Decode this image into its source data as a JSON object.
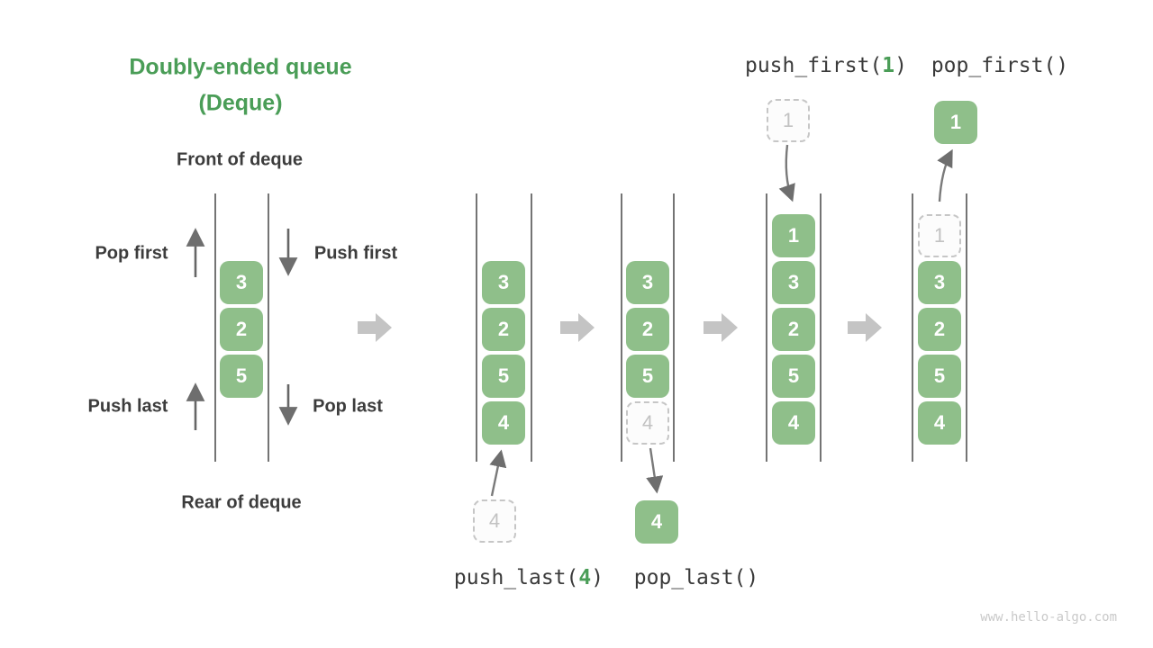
{
  "title": {
    "line1": "Doubly-ended queue",
    "line2": "(Deque)"
  },
  "legend": {
    "front": "Front of deque",
    "rear": "Rear of deque",
    "pop_first": "Pop first",
    "push_first": "Push first",
    "push_last": "Push last",
    "pop_last": "Pop last"
  },
  "operations": {
    "push_last": {
      "prefix": "push_last(",
      "arg": "4",
      "suffix": ")"
    },
    "pop_last": {
      "label": "pop_last()"
    },
    "push_first": {
      "prefix": "push_first(",
      "arg": "1",
      "suffix": ")"
    },
    "pop_first": {
      "label": "pop_first()"
    }
  },
  "queues": [
    {
      "name": "initial-deque",
      "items": [
        "3",
        "2",
        "5"
      ]
    },
    {
      "name": "push-last-state",
      "items": [
        "3",
        "2",
        "5",
        "4"
      ],
      "incoming": "4"
    },
    {
      "name": "pop-last-state",
      "items": [
        "3",
        "2",
        "5"
      ],
      "ghost": "4",
      "outgoing": "4"
    },
    {
      "name": "push-first-state",
      "items": [
        "1",
        "3",
        "2",
        "5",
        "4"
      ],
      "incoming": "1"
    },
    {
      "name": "pop-first-state",
      "items": [
        "3",
        "2",
        "5",
        "4"
      ],
      "ghost": "1",
      "popped": "1"
    }
  ],
  "colors": {
    "cell_green": "#8FBF8A",
    "accent_green": "#4A9D57",
    "dark_text": "#3C3C3C",
    "ghost_gray": "#C6C6C6",
    "block_arrow_gray": "#C4C4C4",
    "thin_arrow_gray": "#6E6E6E",
    "wall_gray": "#474747",
    "watermark_gray": "#C9C9C9"
  },
  "watermark": "www.hello-algo.com"
}
